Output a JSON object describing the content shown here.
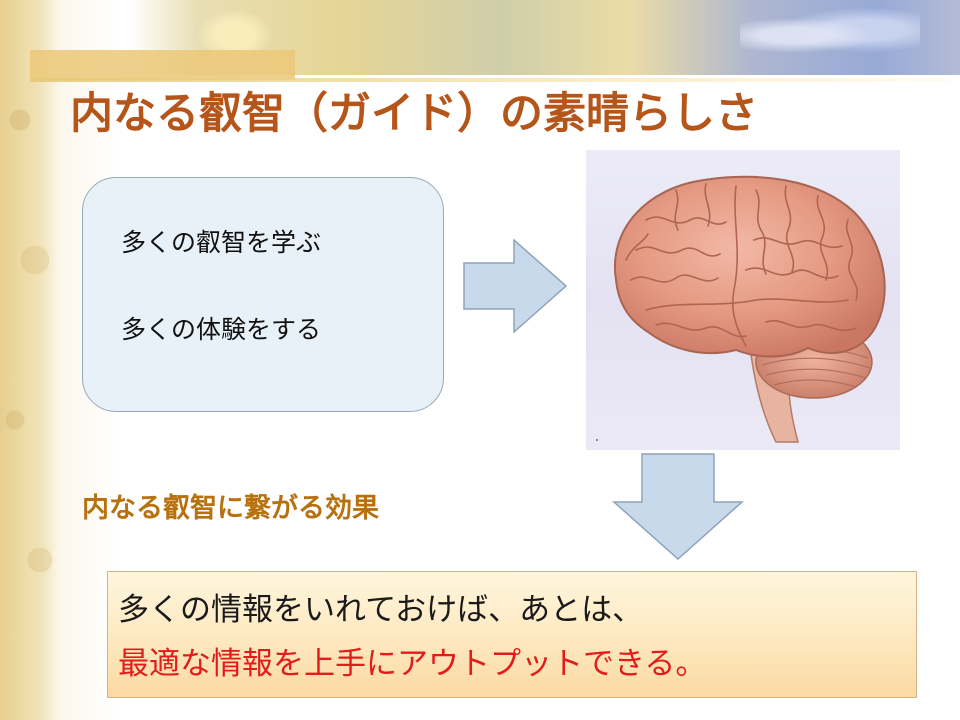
{
  "slide": {
    "title": "内なる叡智（ガイド）の素晴らしさ",
    "input_box": {
      "line1": "多くの叡智を学ぶ",
      "line2": "多くの体験をする"
    },
    "subheading": "内なる叡智に繋がる効果",
    "result_box": {
      "line1": "多くの情報をいれておけば、あとは、",
      "line2": "最適な情報を上手にアウトプットできる。"
    },
    "image": {
      "icon": "brain-illustration"
    },
    "colors": {
      "title": "#b5551a",
      "subheading": "#b8710f",
      "highlight_text": "#e21b1b",
      "arrow_fill": "#c9d9ec",
      "arrow_stroke": "#8ea2bb",
      "input_box_fill": "#e8f0f8",
      "result_box_fill": "#fde7bd"
    }
  }
}
